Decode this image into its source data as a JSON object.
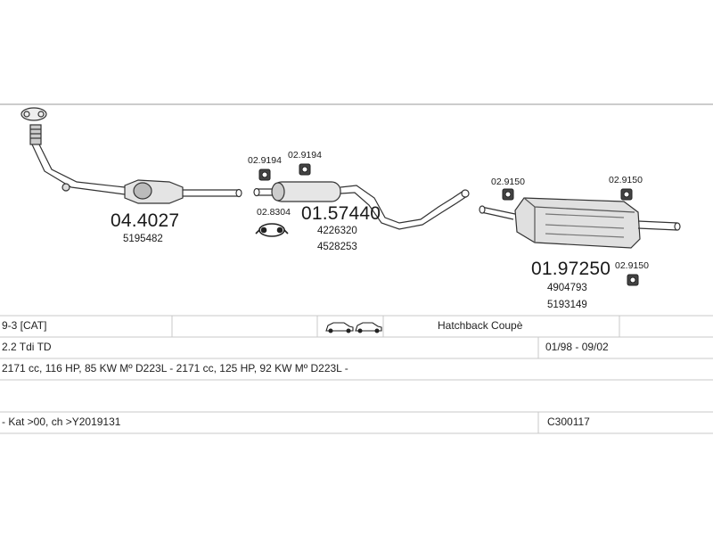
{
  "parts": {
    "front_pipe": {
      "number": "04.4027",
      "oe": "5195482"
    },
    "middle_silencer": {
      "number": "01.57440",
      "oe": [
        "4226320",
        "4528253"
      ]
    },
    "rear_silencer": {
      "number": "01.97250",
      "oe": [
        "4904793",
        "5193149"
      ]
    },
    "clamps": {
      "c1": "02.9194",
      "c2": "02.9194",
      "c3": "02.8304",
      "c4": "02.9150",
      "c5": "02.9150",
      "c6": "02.9150"
    }
  },
  "table": {
    "model": "9-3  [CAT]",
    "body_type": "Hatchback Coupè",
    "engine": "2.2 Tdi TD",
    "years": "01/98 - 09/02",
    "engine_details": "2171 cc, 116 HP, 85 KW Mº D223L - 2171 cc, 125 HP, 92 KW Mº D223L -",
    "kat": "- Kat >00, ch >Y2019131",
    "code": "C300117"
  },
  "icons": {
    "car_icons": "two-car-silhouettes-icon"
  }
}
